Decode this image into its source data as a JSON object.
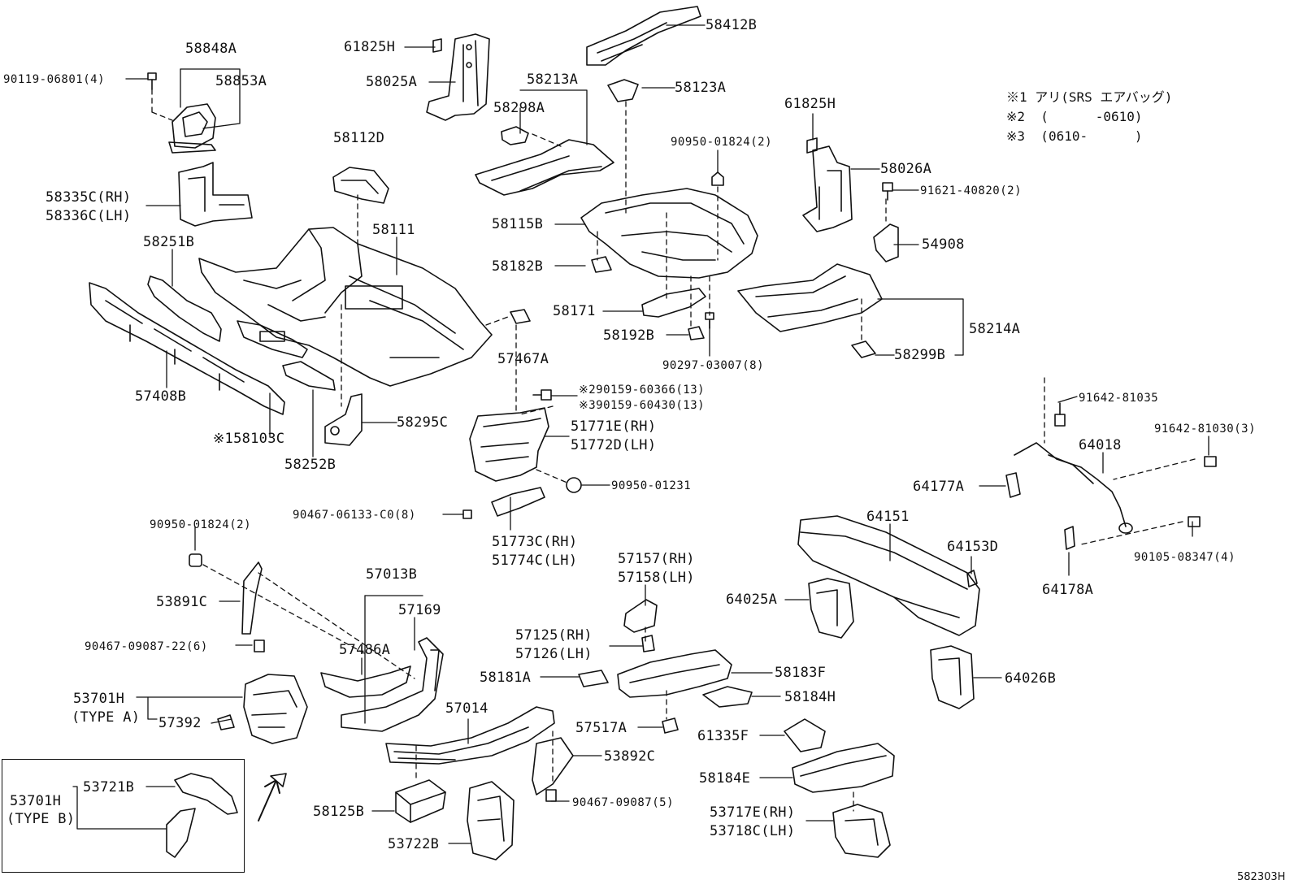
{
  "diagram": {
    "drawing_code": "582303H",
    "notes": [
      "※1 アリ(SRS エアバッグ)",
      "※2  (      -0610)",
      "※3  (0610-      )"
    ],
    "labels": {
      "p90119_06801": "90119-06801(4)",
      "p58848A": "58848A",
      "p58853A": "58853A",
      "p61825H_a": "61825H",
      "p58025A": "58025A",
      "p58412B": "58412B",
      "p58213A": "58213A",
      "p58123A": "58123A",
      "p58298A": "58298A",
      "p58112D": "58112D",
      "p58335C": "58335C(RH)",
      "p58336C": "58336C(LH)",
      "p58111": "58111",
      "p58251B": "58251B",
      "p57408B": "57408B",
      "p58103C": "※158103C",
      "p58252B": "58252B",
      "p58295C": "58295C",
      "p57467A": "57467A",
      "p58115B": "58115B",
      "p58182B": "58182B",
      "p58171": "58171",
      "p58192B": "58192B",
      "p90297_03007": "90297-03007(8)",
      "p90950_01824_a": "90950-01824(2)",
      "p61825H_b": "61825H",
      "p58026A": "58026A",
      "p91621_40820": "91621-40820(2)",
      "p54908": "54908",
      "p58214A": "58214A",
      "p58299B": "58299B",
      "p90159_60366": "※290159-60366(13)",
      "p90159_60430": "※390159-60430(13)",
      "p51771E": "51771E(RH)",
      "p51772D": "51772D(LH)",
      "p90950_01231": "90950-01231",
      "p90467_06133": "90467-06133-C0(8)",
      "p51773C": "51773C(RH)",
      "p51774C": "51774C(LH)",
      "p91642_81035": "91642-81035",
      "p91642_81030": "91642-81030(3)",
      "p64018": "64018",
      "p64177A": "64177A",
      "p64151": "64151",
      "p64153D": "64153D",
      "p90105_08347": "90105-08347(4)",
      "p64178A": "64178A",
      "p64025A": "64025A",
      "p64026B": "64026B",
      "p90950_01824_b": "90950-01824(2)",
      "p53891C": "53891C",
      "p90467_09087_22": "90467-09087-22(6)",
      "p57013B": "57013B",
      "p57169": "57169",
      "p57486A": "57486A",
      "p57157": "57157(RH)",
      "p57158": "57158(LH)",
      "p57125": "57125(RH)",
      "p57126": "57126(LH)",
      "p58181A": "58181A",
      "p58183F": "58183F",
      "p58184H": "58184H",
      "p57517A": "57517A",
      "p53701H_a": "53701H",
      "type_a": "(TYPE A)",
      "p57392": "57392",
      "p57014": "57014",
      "p53892C": "53892C",
      "p61335F": "61335F",
      "p58184E": "58184E",
      "p53701H_b": "53701H",
      "type_b": "(TYPE B)",
      "p53721B": "53721B",
      "p58125B": "58125B",
      "p53722B": "53722B",
      "p90467_09087": "90467-09087(5)",
      "p53717E": "53717E(RH)",
      "p53718C": "53718C(LH)"
    }
  }
}
